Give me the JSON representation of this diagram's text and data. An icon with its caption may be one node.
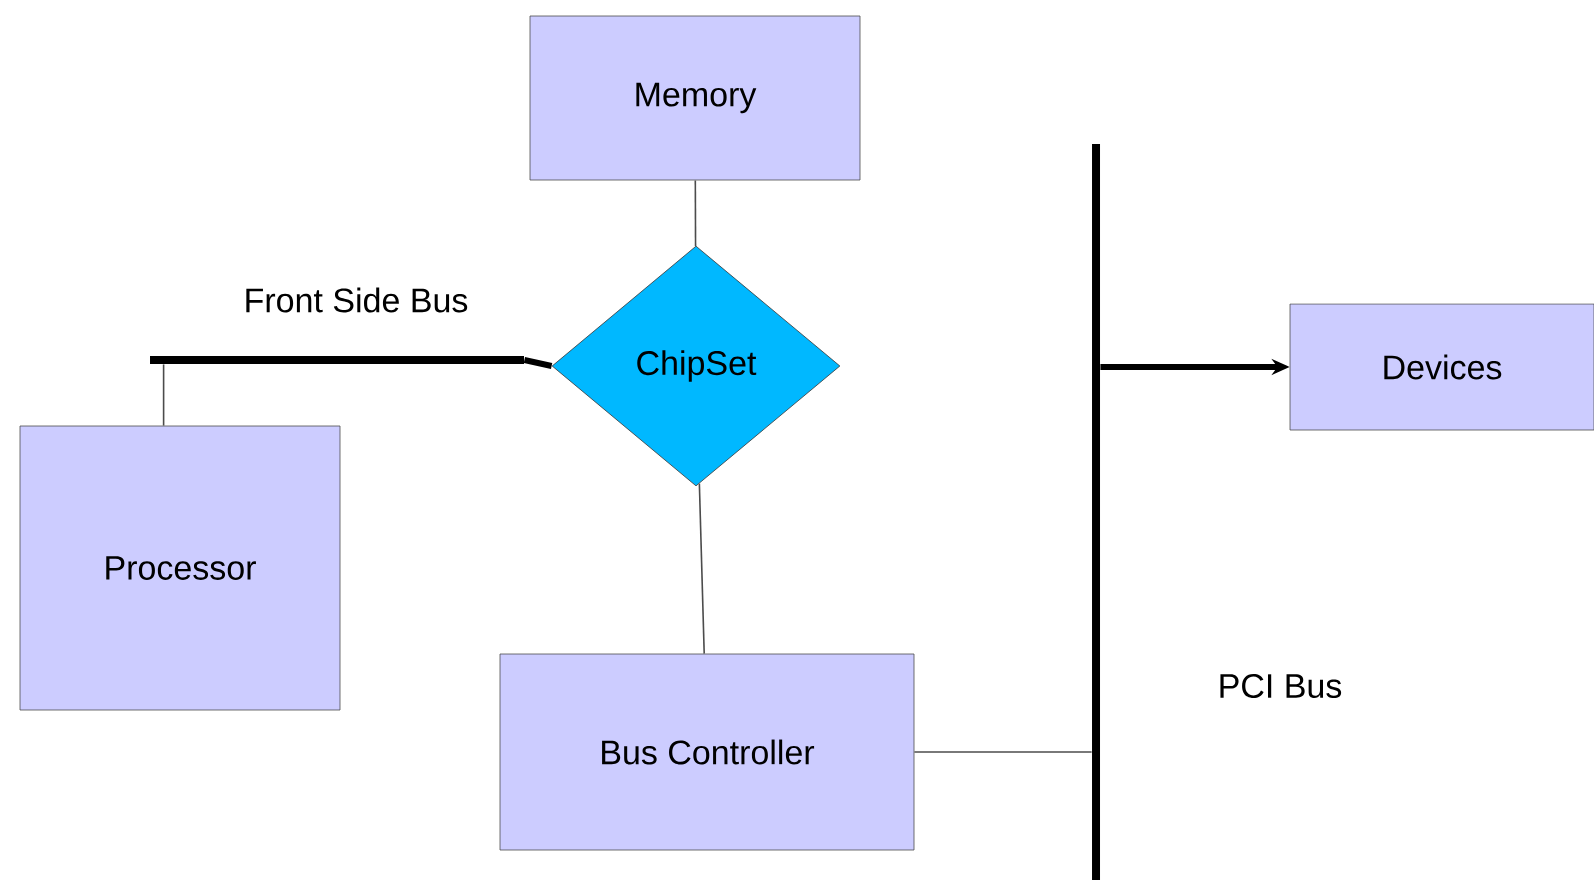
{
  "diagram": {
    "nodes": [
      {
        "text": [
          "Memory"
        ]
      },
      {
        "text": [
          "ChipSet"
        ]
      },
      {
        "text": [
          "Processor"
        ]
      },
      {
        "text": [
          "Bus Controller"
        ]
      },
      {
        "text": [
          "Devices"
        ]
      },
      {
        "text": [
          "Front Side Bus"
        ]
      },
      {
        "text": [
          "PCI Bus"
        ]
      }
    ],
    "edges": [
      {
        "from": 0,
        "to": 1,
        "arrow": "none"
      },
      {
        "from": 1,
        "to": 3,
        "arrow": "none"
      },
      {
        "from": 5,
        "to": 2,
        "arrow": "none"
      },
      {
        "from": 5,
        "to": 1,
        "arrow": "none",
        "style": "thick"
      },
      {
        "from": 3,
        "to": 6,
        "arrow": "none"
      },
      {
        "from": 6,
        "to": 4,
        "arrow": "to",
        "style": "thick"
      }
    ]
  }
}
